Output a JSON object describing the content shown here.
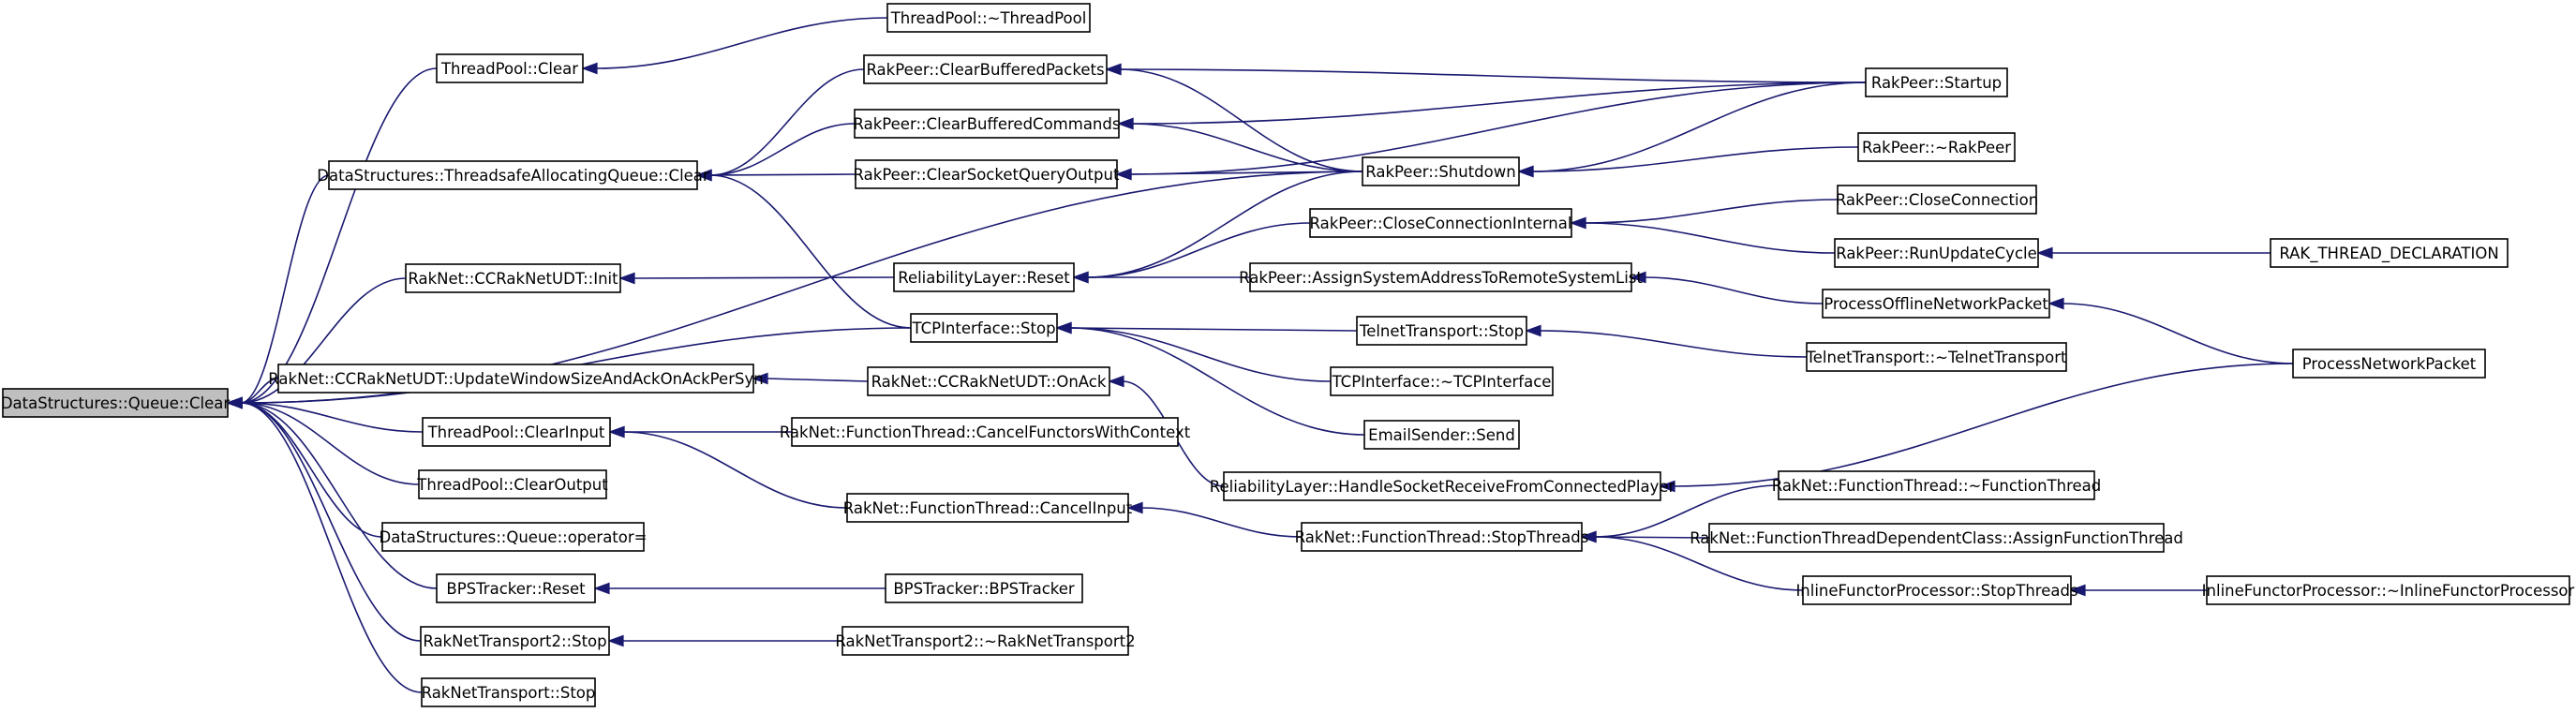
{
  "colors": {
    "edge": "#191970",
    "root_fill": "#bfbfbf",
    "node_fill": "#ffffff"
  },
  "nodes": [
    {
      "id": "dsqclear",
      "label": "DataStructures::Queue::Clear",
      "root": true
    },
    {
      "id": "tpclear",
      "label": "ThreadPool::Clear"
    },
    {
      "id": "tsaq",
      "label": "DataStructures::ThreadsafeAllocatingQueue::Clear"
    },
    {
      "id": "udtinit",
      "label": "RakNet::CCRakNetUDT::Init"
    },
    {
      "id": "udtwin",
      "label": "RakNet::CCRakNetUDT::UpdateWindowSizeAndAckOnAckPerSyn"
    },
    {
      "id": "tpci",
      "label": "ThreadPool::ClearInput"
    },
    {
      "id": "tpco",
      "label": "ThreadPool::ClearOutput"
    },
    {
      "id": "dsqop",
      "label": "DataStructures::Queue::operator="
    },
    {
      "id": "bpsreset",
      "label": "BPSTracker::Reset"
    },
    {
      "id": "rnt2stop",
      "label": "RakNetTransport2::Stop"
    },
    {
      "id": "rntstop",
      "label": "RakNetTransport::Stop"
    },
    {
      "id": "tpdtor",
      "label": "ThreadPool::~ThreadPool"
    },
    {
      "id": "rpcbp",
      "label": "RakPeer::ClearBufferedPackets"
    },
    {
      "id": "rpcbc",
      "label": "RakPeer::ClearBufferedCommands"
    },
    {
      "id": "rpcsq",
      "label": "RakPeer::ClearSocketQueryOutput"
    },
    {
      "id": "rlreset",
      "label": "ReliabilityLayer::Reset"
    },
    {
      "id": "tcpstop",
      "label": "TCPInterface::Stop"
    },
    {
      "id": "udtonack",
      "label": "RakNet::CCRakNetUDT::OnAck"
    },
    {
      "id": "ftcancelctx",
      "label": "RakNet::FunctionThread::CancelFunctorsWithContext"
    },
    {
      "id": "ftcancelin",
      "label": "RakNet::FunctionThread::CancelInput"
    },
    {
      "id": "bpsctor",
      "label": "BPSTracker::BPSTracker"
    },
    {
      "id": "rnt2dtor",
      "label": "RakNetTransport2::~RakNetTransport2"
    },
    {
      "id": "rpshutdown",
      "label": "RakPeer::Shutdown"
    },
    {
      "id": "rpcci",
      "label": "RakPeer::CloseConnectionInternal"
    },
    {
      "id": "rpassign",
      "label": "RakPeer::AssignSystemAddressToRemoteSystemList"
    },
    {
      "id": "telstop",
      "label": "TelnetTransport::Stop"
    },
    {
      "id": "tcpdtor",
      "label": "TCPInterface::~TCPInterface"
    },
    {
      "id": "emailsend",
      "label": "EmailSender::Send"
    },
    {
      "id": "rlhsr",
      "label": "ReliabilityLayer::HandleSocketReceiveFromConnectedPlayer"
    },
    {
      "id": "ftstop",
      "label": "RakNet::FunctionThread::StopThreads"
    },
    {
      "id": "rpstartup",
      "label": "RakPeer::Startup"
    },
    {
      "id": "rpdtor",
      "label": "RakPeer::~RakPeer"
    },
    {
      "id": "rpcloseconn",
      "label": "RakPeer::CloseConnection"
    },
    {
      "id": "rprunupdate",
      "label": "RakPeer::RunUpdateCycle"
    },
    {
      "id": "ponp",
      "label": "ProcessOfflineNetworkPacket"
    },
    {
      "id": "teldtor",
      "label": "TelnetTransport::~TelnetTransport"
    },
    {
      "id": "ftdtor",
      "label": "RakNet::FunctionThread::~FunctionThread"
    },
    {
      "id": "ftdcassign",
      "label": "RakNet::FunctionThreadDependentClass::AssignFunctionThread"
    },
    {
      "id": "ifpstop",
      "label": "InlineFunctorProcessor::StopThreads"
    },
    {
      "id": "rakthread",
      "label": "RAK_THREAD_DECLARATION"
    },
    {
      "id": "pnp",
      "label": "ProcessNetworkPacket"
    },
    {
      "id": "ifpdtor",
      "label": "InlineFunctorProcessor::~InlineFunctorProcessor"
    }
  ],
  "edges": [
    [
      "tpclear",
      "dsqclear"
    ],
    [
      "tsaq",
      "dsqclear"
    ],
    [
      "udtinit",
      "dsqclear"
    ],
    [
      "udtwin",
      "dsqclear"
    ],
    [
      "tpci",
      "dsqclear"
    ],
    [
      "tpco",
      "dsqclear"
    ],
    [
      "dsqop",
      "dsqclear"
    ],
    [
      "bpsreset",
      "dsqclear"
    ],
    [
      "rnt2stop",
      "dsqclear"
    ],
    [
      "rntstop",
      "dsqclear"
    ],
    [
      "tcpstop",
      "dsqclear"
    ],
    [
      "rpshutdown",
      "dsqclear"
    ],
    [
      "tpdtor",
      "tpclear"
    ],
    [
      "rpcbp",
      "tsaq"
    ],
    [
      "rpcbc",
      "tsaq"
    ],
    [
      "rpcsq",
      "tsaq"
    ],
    [
      "tcpstop",
      "tsaq"
    ],
    [
      "rlreset",
      "udtinit"
    ],
    [
      "udtonack",
      "udtwin"
    ],
    [
      "ftcancelctx",
      "tpci"
    ],
    [
      "ftcancelin",
      "tpci"
    ],
    [
      "bpsctor",
      "bpsreset"
    ],
    [
      "rnt2dtor",
      "rnt2stop"
    ],
    [
      "rpstartup",
      "rpcbp"
    ],
    [
      "rpshutdown",
      "rpcbp"
    ],
    [
      "rpstartup",
      "rpcbc"
    ],
    [
      "rpshutdown",
      "rpcbc"
    ],
    [
      "rpstartup",
      "rpcsq"
    ],
    [
      "rpshutdown",
      "rpcsq"
    ],
    [
      "rpshutdown",
      "rlreset"
    ],
    [
      "rpcci",
      "rlreset"
    ],
    [
      "rpassign",
      "rlreset"
    ],
    [
      "telstop",
      "tcpstop"
    ],
    [
      "tcpdtor",
      "tcpstop"
    ],
    [
      "emailsend",
      "tcpstop"
    ],
    [
      "rlhsr",
      "udtonack"
    ],
    [
      "ftstop",
      "ftcancelin"
    ],
    [
      "rpstartup",
      "rpshutdown"
    ],
    [
      "rpdtor",
      "rpshutdown"
    ],
    [
      "rpcloseconn",
      "rpcci"
    ],
    [
      "rprunupdate",
      "rpcci"
    ],
    [
      "ponp",
      "rpassign"
    ],
    [
      "teldtor",
      "telstop"
    ],
    [
      "pnp",
      "rlhsr"
    ],
    [
      "ftdtor",
      "ftstop"
    ],
    [
      "ftdcassign",
      "ftstop"
    ],
    [
      "ifpstop",
      "ftstop"
    ],
    [
      "rakthread",
      "rprunupdate"
    ],
    [
      "pnp",
      "ponp"
    ],
    [
      "ifpdtor",
      "ifpstop"
    ]
  ]
}
